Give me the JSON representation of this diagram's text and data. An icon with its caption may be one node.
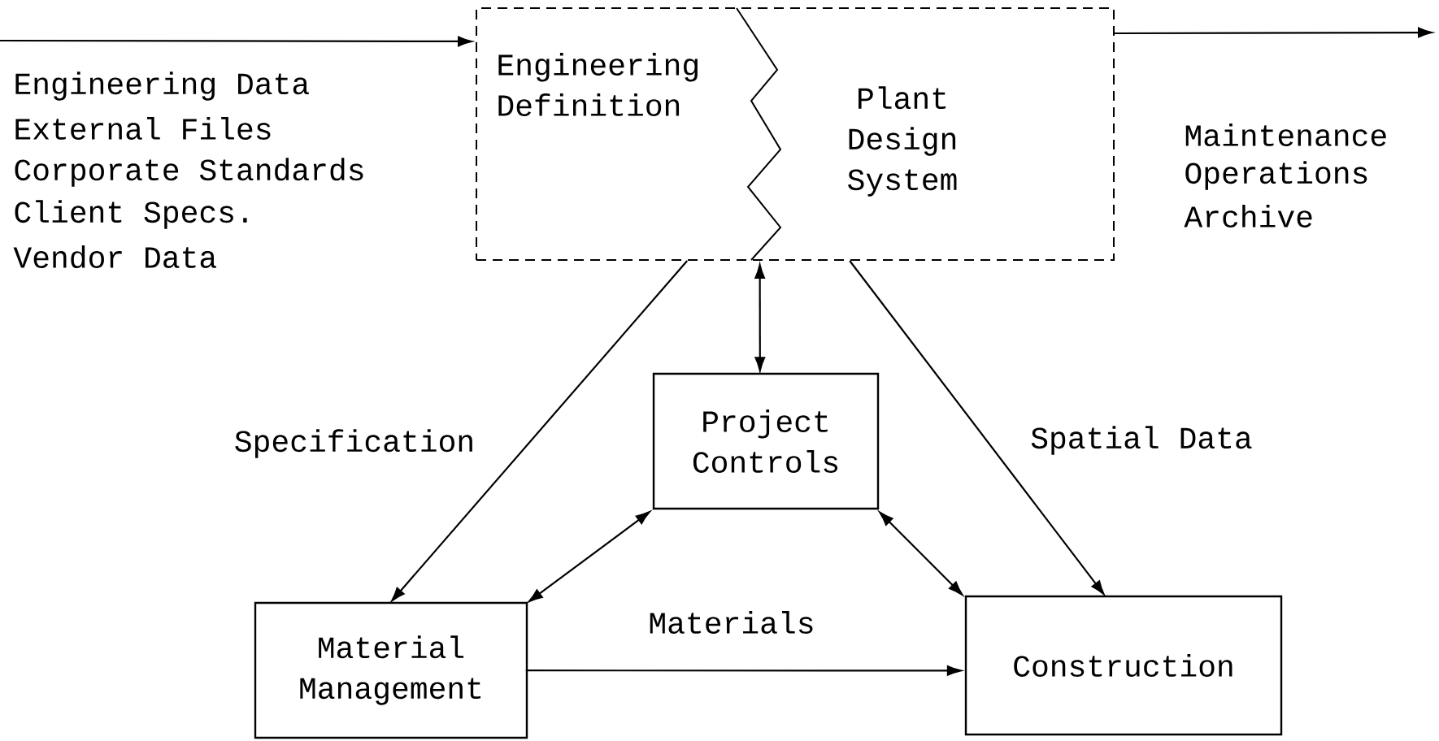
{
  "diagram": {
    "nodes": [
      {
        "text": [
          "Engineering Definition",
          "Plant Design System"
        ]
      },
      {
        "text": [
          "Project Controls"
        ]
      },
      {
        "text": [
          "Material Management"
        ]
      },
      {
        "text": [
          "Construction"
        ]
      }
    ],
    "edges": [
      {
        "from": null,
        "to": 0,
        "arrow": "to"
      },
      {
        "from": 0,
        "to": null,
        "arrow": "to"
      },
      {
        "from": 0,
        "to": 1,
        "arrow": "both"
      },
      {
        "from": 0,
        "to": 2,
        "arrow": "to",
        "label": "Specification"
      },
      {
        "from": 0,
        "to": 3,
        "arrow": "to",
        "label": "Spatial Data"
      },
      {
        "from": 1,
        "to": 2,
        "arrow": "both"
      },
      {
        "from": 1,
        "to": 3,
        "arrow": "both"
      },
      {
        "from": 2,
        "to": 3,
        "arrow": "to",
        "label": "Materials"
      }
    ],
    "labels": [
      "Engineering Data",
      "External Files",
      "Corporate Standards",
      "Client Specs.",
      "Vendor Data",
      "Maintenance",
      "Operations",
      "Archive"
    ]
  }
}
